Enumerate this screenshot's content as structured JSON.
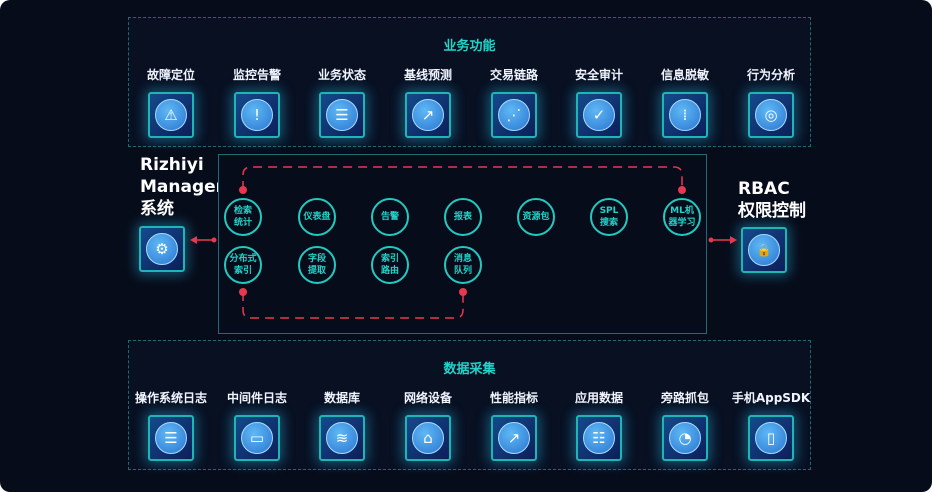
{
  "top_section": {
    "title": "业务功能",
    "items": [
      {
        "label": "故障定位",
        "icon": "warning-icon",
        "glyph": "⚠"
      },
      {
        "label": "监控告警",
        "icon": "monitor-alert-icon",
        "glyph": "!"
      },
      {
        "label": "业务状态",
        "icon": "clipboard-icon",
        "glyph": "☰"
      },
      {
        "label": "基线预测",
        "icon": "chart-trend-icon",
        "glyph": "↗"
      },
      {
        "label": "交易链路",
        "icon": "nodes-link-icon",
        "glyph": "⋰"
      },
      {
        "label": "安全审计",
        "icon": "shield-check-icon",
        "glyph": "✓"
      },
      {
        "label": "信息脱敏",
        "icon": "data-mask-icon",
        "glyph": "⁞"
      },
      {
        "label": "行为分析",
        "icon": "user-search-icon",
        "glyph": "◎"
      }
    ]
  },
  "left": {
    "title_lines": [
      "Rizhiyi",
      "Manager",
      "系统"
    ],
    "icon": "gear-icon",
    "glyph": "⚙"
  },
  "right": {
    "title_lines": [
      "RBAC",
      "权限控制"
    ],
    "icon": "lock-icon",
    "glyph": "🔒"
  },
  "core_nodes": [
    {
      "label": "检索\n统计"
    },
    {
      "label": "仪表盘"
    },
    {
      "label": "告警"
    },
    {
      "label": "报表"
    },
    {
      "label": "资源包"
    },
    {
      "label": "SPL\n搜索"
    },
    {
      "label": "ML机\n器学习"
    },
    {
      "label": "分布式\n索引"
    },
    {
      "label": "字段\n提取"
    },
    {
      "label": "索引\n路由"
    },
    {
      "label": "消息\n队列"
    }
  ],
  "bottom_section": {
    "title": "数据采集",
    "items": [
      {
        "label": "操作系统日志",
        "icon": "log-list-icon",
        "glyph": "☰"
      },
      {
        "label": "中间件日志",
        "icon": "monitor-icon",
        "glyph": "▭"
      },
      {
        "label": "数据库",
        "icon": "layers-icon",
        "glyph": "≋"
      },
      {
        "label": "网络设备",
        "icon": "router-icon",
        "glyph": "⌂"
      },
      {
        "label": "性能指标",
        "icon": "presentation-chart-icon",
        "glyph": "↗"
      },
      {
        "label": "应用数据",
        "icon": "checklist-icon",
        "glyph": "☷"
      },
      {
        "label": "旁路抓包",
        "icon": "capture-icon",
        "glyph": "◔"
      },
      {
        "label": "手机AppSDK",
        "icon": "mobile-icon",
        "glyph": "▯"
      }
    ]
  },
  "colors": {
    "accent": "#22d3c9",
    "link": "#e8384f",
    "background": "#070c1a"
  }
}
